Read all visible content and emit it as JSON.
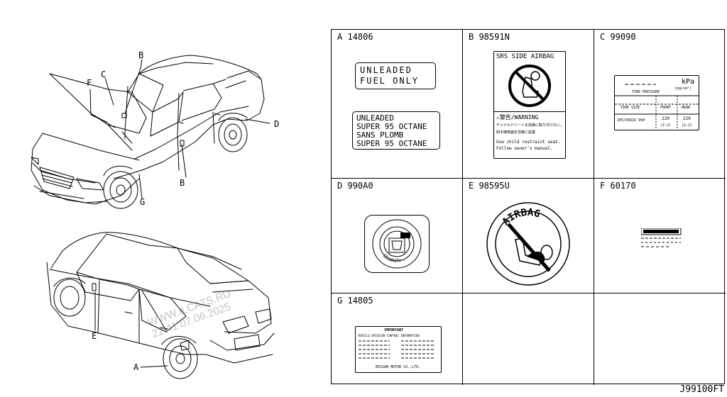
{
  "callouts": {
    "a": "A",
    "b_top": "B",
    "b_bottom": "B",
    "c": "C",
    "d": "D",
    "e": "E",
    "f": "F",
    "g": "G"
  },
  "cells": {
    "a": {
      "label": "A 14806",
      "line1": "UNLEADED",
      "line2": "FUEL ONLY",
      "line3": "UNLEADED",
      "line4": "SUPER 95 OCTANE",
      "line5": "SANS PLOMB",
      "line6": "SUPER 95 OCTANE"
    },
    "b": {
      "label": "B 98591N",
      "title": "SRS SIDE AIRBAG",
      "warning": "⚠警告/WARNING",
      "jp1": "チャイルドシートを前席に取り付けない。",
      "jp2": "助手席側面を前席に設置",
      "en1": "Use child restraint seat.",
      "en2": "Follow owner's manual."
    },
    "c": {
      "label": "C 99090",
      "unit": "kPa",
      "unit2": "(kg/cm²)",
      "heading": "TIRE PRESSURE",
      "col1": "TIRE SIZE",
      "col2": "FRONT",
      "col3": "REAR",
      "size": "205/65R16 95H",
      "front": "220",
      "rear": "220",
      "front2": "(2.2)",
      "rear2": "(2.2)"
    },
    "d": {
      "label": "D 990A0",
      "ring_text": "SECURITY"
    },
    "e": {
      "label": "E 98595U",
      "ring_text": "AIRBAG"
    },
    "f": {
      "label": "F 60170"
    },
    "g": {
      "label": "G 14805",
      "heading": "IMPORTANT",
      "subheading": "VEHICLE EMISSION CONTROL INFORMATION",
      "maker": "NISSAN MOTOR CO.,LTD."
    }
  },
  "watermark": {
    "line1": "WWW.ILCATS.RU",
    "line2": "22:41 07.06.2025"
  },
  "footer": "J99100FT"
}
